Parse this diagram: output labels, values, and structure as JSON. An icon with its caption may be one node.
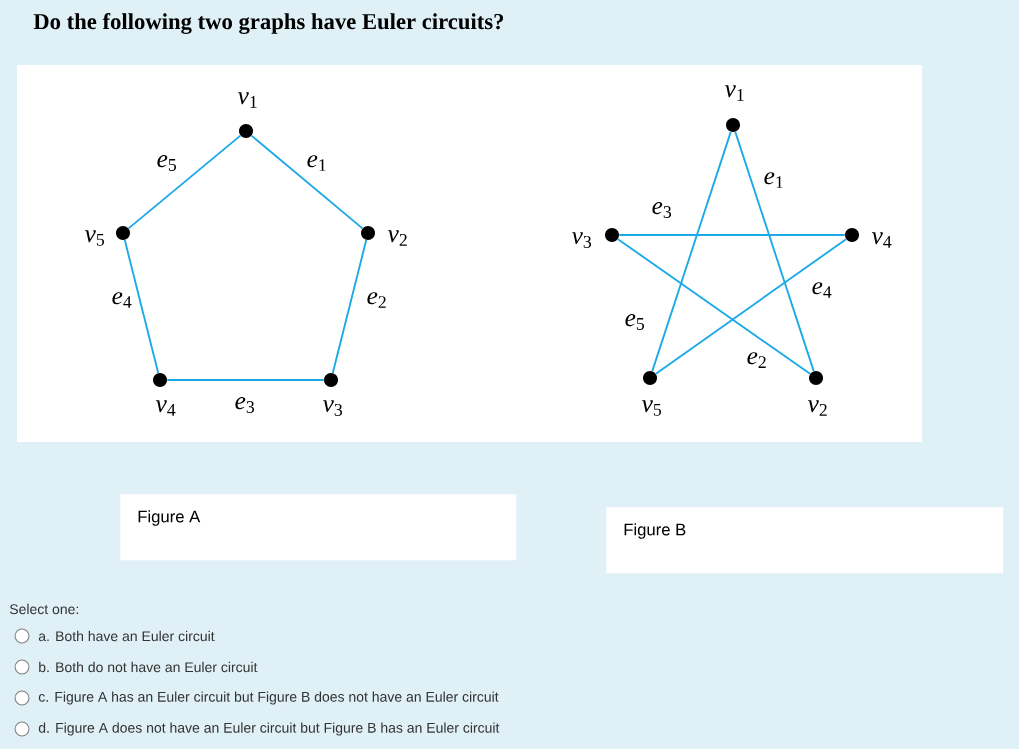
{
  "diagram": {
    "title": "Do the following two graphs have Euler circuits?",
    "nodes": [
      {
        "text": [],
        "shape": "circle",
        "beside": [
          "*v*$_{1}$"
        ]
      },
      {
        "text": [],
        "shape": "circle",
        "beside": [
          "*v*$_{2}$"
        ]
      },
      {
        "text": [],
        "shape": "circle",
        "beside": [
          "*v*$_{3}$"
        ]
      },
      {
        "text": [],
        "shape": "circle",
        "beside": [
          "*v*$_{4}$"
        ]
      },
      {
        "text": [],
        "shape": "circle",
        "beside": [
          "*v*$_{5}$"
        ]
      },
      {
        "text": [],
        "shape": "circle",
        "beside": [
          "*v*$_{1}$"
        ]
      },
      {
        "text": [],
        "shape": "circle",
        "beside": [
          "*v*$_{2}$"
        ]
      },
      {
        "text": [],
        "shape": "circle",
        "beside": [
          "*v*$_{3}$"
        ]
      },
      {
        "text": [],
        "shape": "circle",
        "beside": [
          "*v*$_{4}$"
        ]
      },
      {
        "text": [],
        "shape": "circle",
        "beside": [
          "*v*$_{5}$"
        ]
      },
      {
        "text": [
          "Figure A"
        ]
      },
      {
        "text": [
          "Figure B"
        ]
      }
    ],
    "edges": [
      {
        "from": 0,
        "to": 1,
        "arrow": "none",
        "label": "*e*$_{1}$"
      },
      {
        "from": 1,
        "to": 2,
        "arrow": "none",
        "label": "*e*$_{2}$"
      },
      {
        "from": 2,
        "to": 3,
        "arrow": "none",
        "label": "*e*$_{3}$"
      },
      {
        "from": 3,
        "to": 4,
        "arrow": "none",
        "label": "*e*$_{4}$"
      },
      {
        "from": 4,
        "to": 0,
        "arrow": "none",
        "label": "*e*$_{5}$"
      },
      {
        "from": 5,
        "to": 6,
        "arrow": "none",
        "label": "*e*$_{1}$"
      },
      {
        "from": 6,
        "to": 7,
        "arrow": "none",
        "label": "*e*$_{2}$"
      },
      {
        "from": 7,
        "to": 8,
        "arrow": "none",
        "label": "*e*$_{3}$"
      },
      {
        "from": 8,
        "to": 9,
        "arrow": "none",
        "label": "*e*$_{4}$"
      },
      {
        "from": 9,
        "to": 5,
        "arrow": "none",
        "label": "*e*$_{5}$"
      }
    ],
    "labels": [
      "Select one:",
      "a. Both have an Euler circuit",
      "b. Both do not have an Euler circuit",
      "c. Figure A has an Euler circuit but Figure B does not have an Euler circuit",
      "d. Figure A does not have an Euler circuit but Figure B has an Euler circuit"
    ]
  }
}
